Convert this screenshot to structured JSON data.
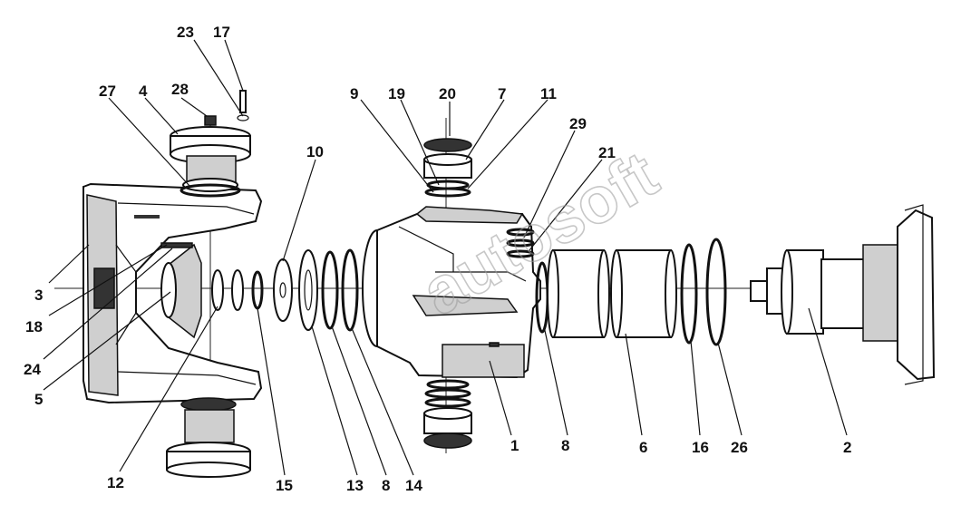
{
  "watermark": "autosoft",
  "callouts": [
    {
      "id": "c23",
      "text": "23"
    },
    {
      "id": "c17",
      "text": "17"
    },
    {
      "id": "c27",
      "text": "27"
    },
    {
      "id": "c4",
      "text": "4"
    },
    {
      "id": "c28",
      "text": "28"
    },
    {
      "id": "c9",
      "text": "9"
    },
    {
      "id": "c19",
      "text": "19"
    },
    {
      "id": "c20",
      "text": "20"
    },
    {
      "id": "c7",
      "text": "7"
    },
    {
      "id": "c11",
      "text": "11"
    },
    {
      "id": "c29",
      "text": "29"
    },
    {
      "id": "c10",
      "text": "10"
    },
    {
      "id": "c21",
      "text": "21"
    },
    {
      "id": "c3",
      "text": "3"
    },
    {
      "id": "c18",
      "text": "18"
    },
    {
      "id": "c24",
      "text": "24"
    },
    {
      "id": "c5",
      "text": "5"
    },
    {
      "id": "c12",
      "text": "12"
    },
    {
      "id": "c15",
      "text": "15"
    },
    {
      "id": "c13",
      "text": "13"
    },
    {
      "id": "c8a",
      "text": "8"
    },
    {
      "id": "c14",
      "text": "14"
    },
    {
      "id": "c1",
      "text": "1"
    },
    {
      "id": "c8b",
      "text": "8"
    },
    {
      "id": "c6",
      "text": "6"
    },
    {
      "id": "c16",
      "text": "16"
    },
    {
      "id": "c26",
      "text": "26"
    },
    {
      "id": "c2",
      "text": "2"
    }
  ]
}
